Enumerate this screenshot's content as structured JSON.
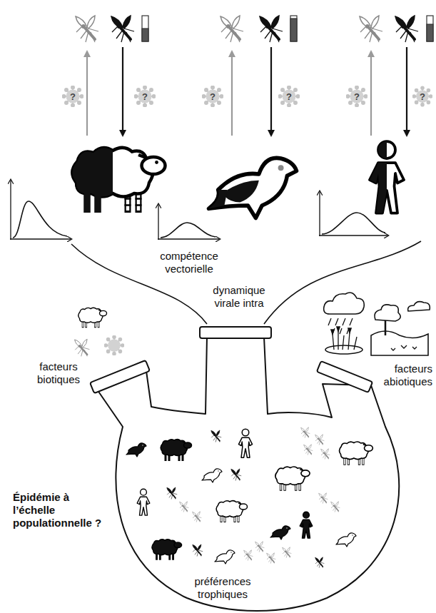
{
  "diagram": {
    "labels": [
      "?",
      "?",
      "?",
      "?",
      "?",
      "?",
      "compétence vectorielle",
      "dynamique virale intra",
      "facteurs biotiques",
      "facteurs abiotiques",
      "Épidémie à l’échelle populationnelle ?",
      "préférences trophiques"
    ]
  }
}
